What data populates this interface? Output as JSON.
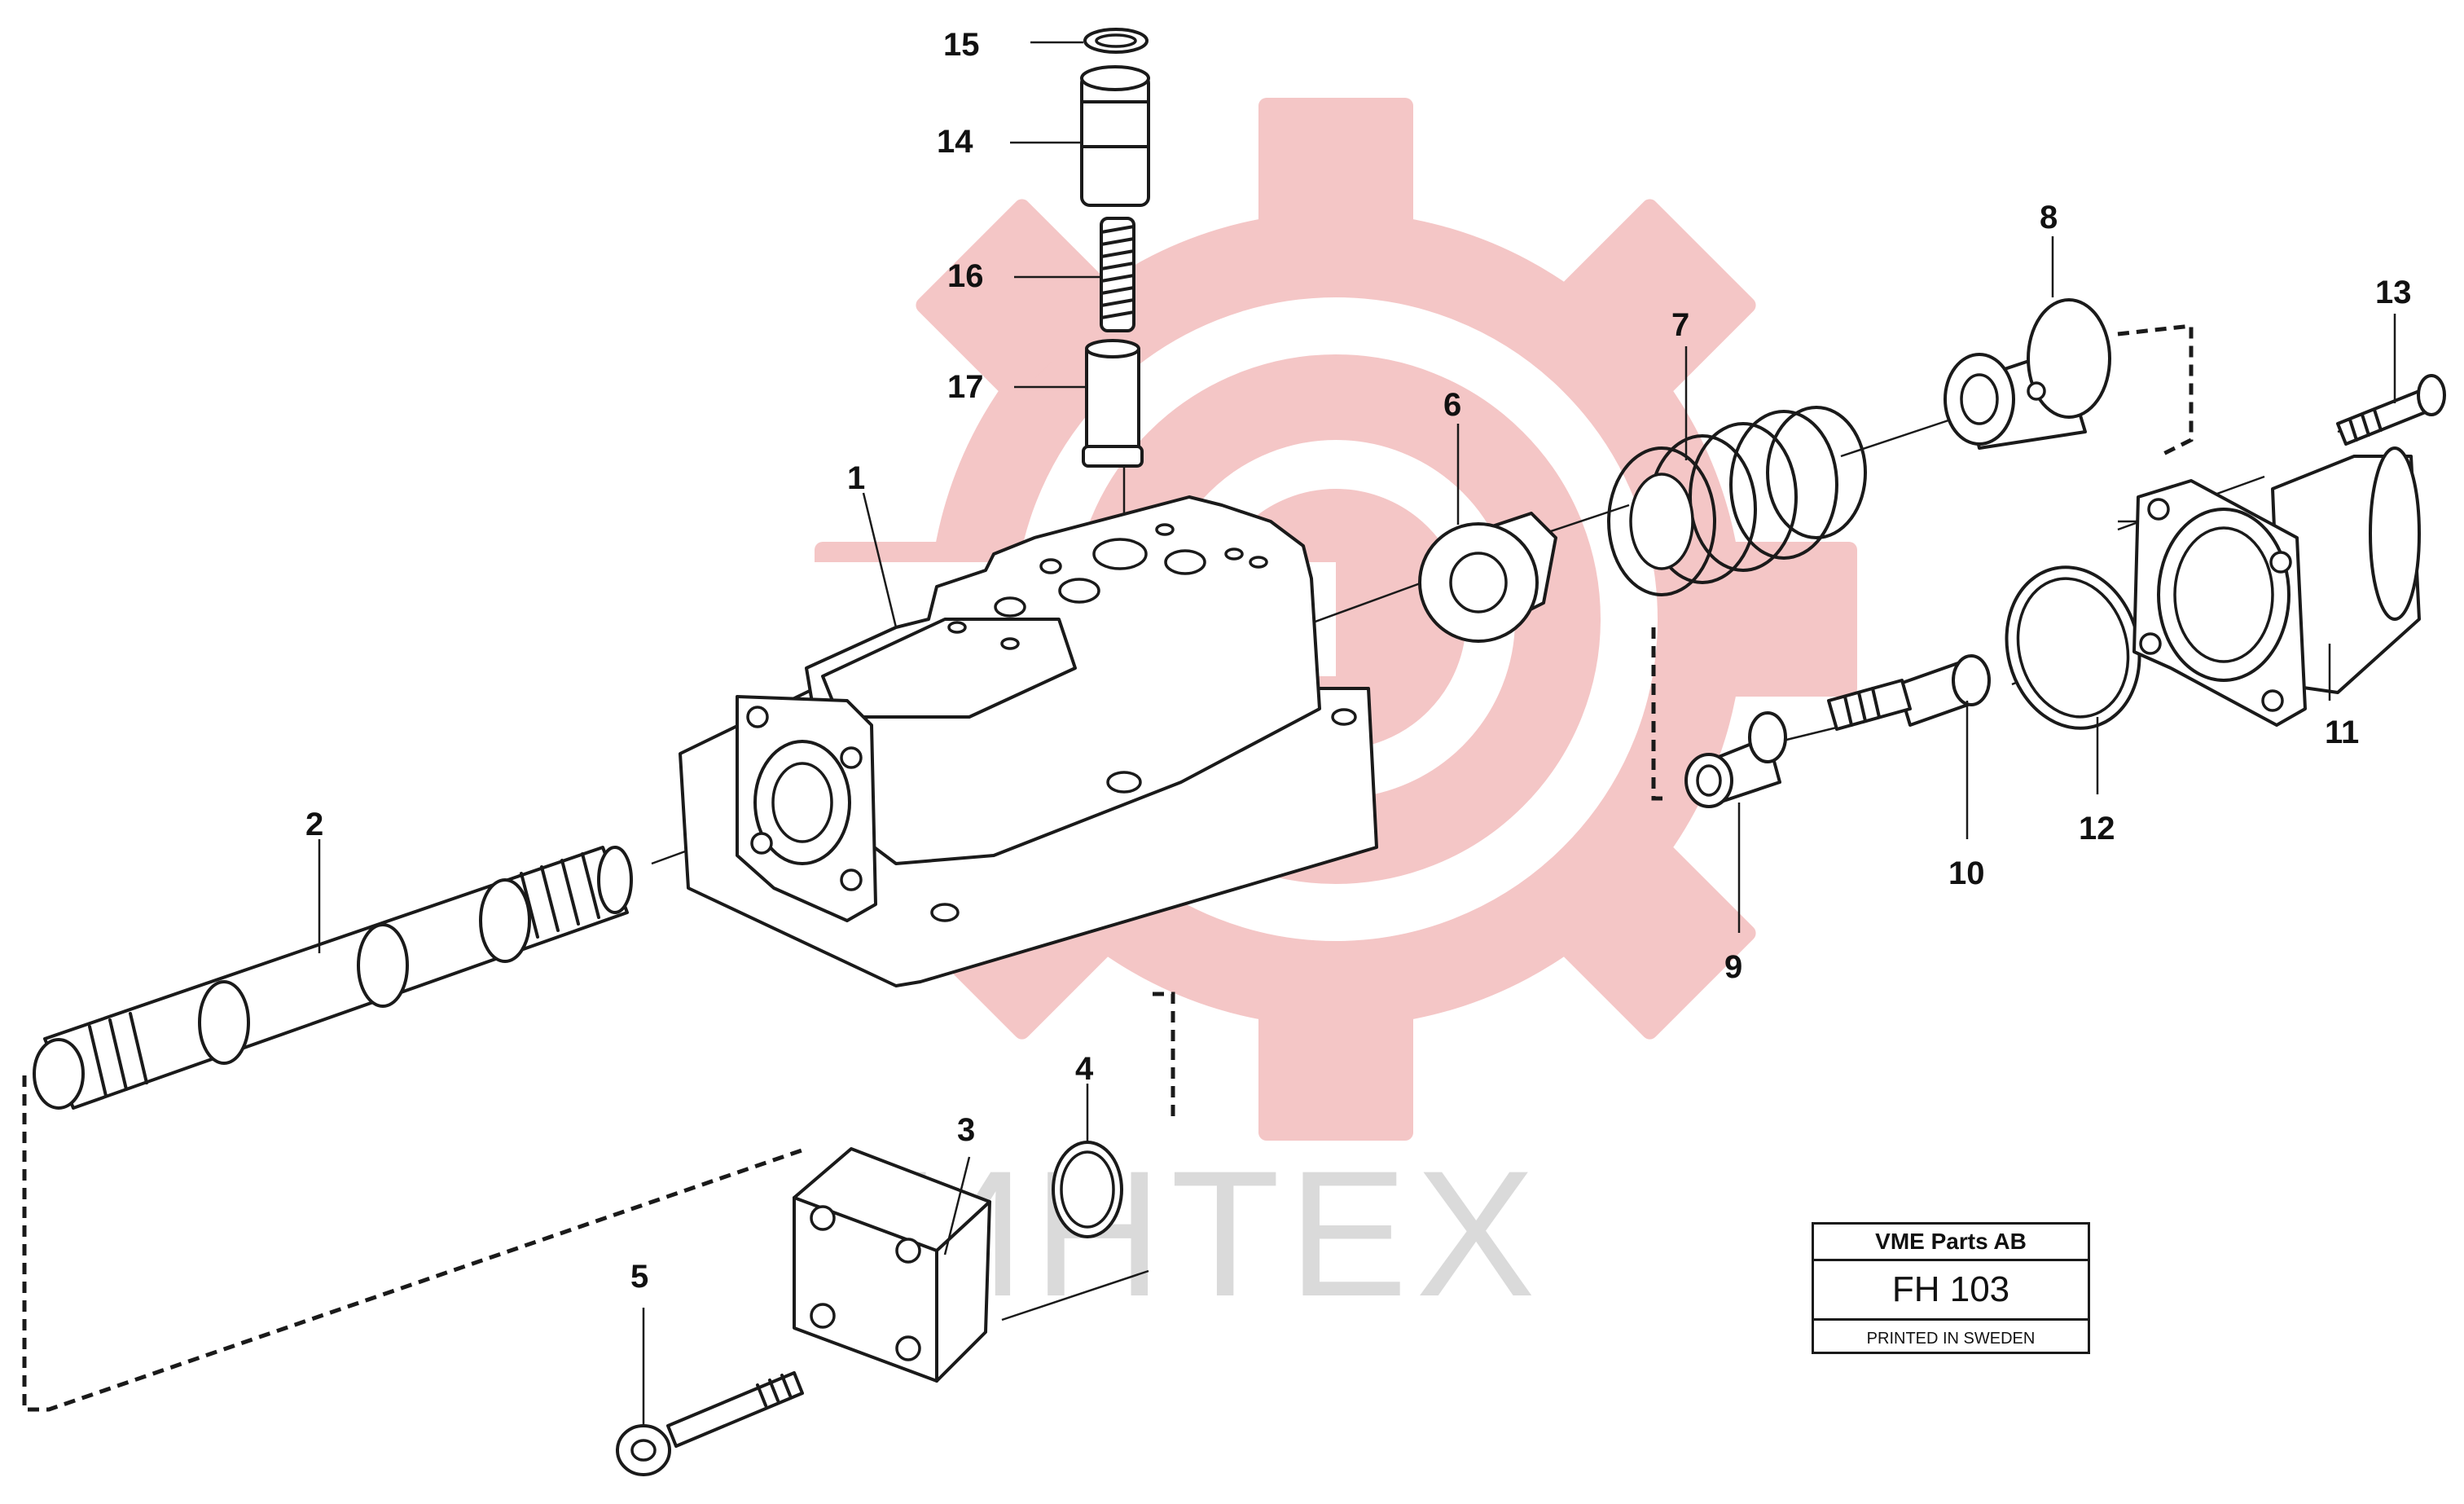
{
  "diagram": {
    "callouts": {
      "c1": "1",
      "c2": "2",
      "c3": "3",
      "c4": "4",
      "c5": "5",
      "c6": "6",
      "c7": "7",
      "c8": "8",
      "c9": "9",
      "c10": "10",
      "c11": "11",
      "c12": "12",
      "c13": "13",
      "c14": "14",
      "c15": "15",
      "c16": "16",
      "c17": "17"
    }
  },
  "watermark": {
    "text": "ИНТЕХ",
    "gear_color": "#f4c6c6",
    "text_color": "#dadada"
  },
  "title_block": {
    "company": "VME Parts AB",
    "code": "FH 103",
    "printed": "PRINTED IN SWEDEN"
  },
  "colors": {
    "line": "#1a1a1a",
    "background": "#ffffff"
  }
}
